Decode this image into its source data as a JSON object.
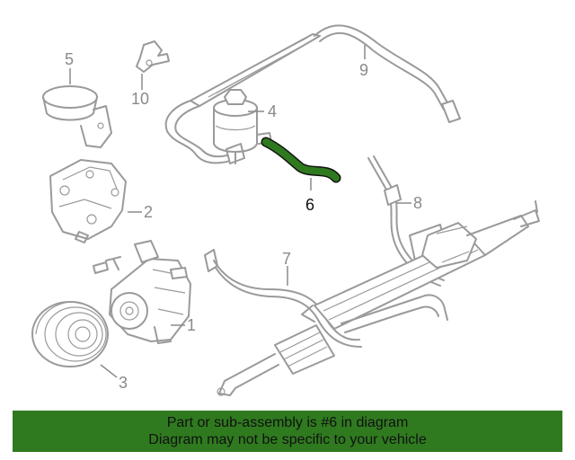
{
  "callouts": {
    "c1": "1",
    "c2": "2",
    "c3": "3",
    "c4": "4",
    "c5": "5",
    "c6": "6",
    "c7": "7",
    "c8": "8",
    "c9": "9",
    "c10": "10"
  },
  "highlight": {
    "part_number": "6",
    "color": "#2f7a1f"
  },
  "banner": {
    "line1": "Part or sub-assembly is #6 in diagram",
    "line2": "Diagram may not be specific to your vehicle",
    "background": "#2f7a1f"
  }
}
